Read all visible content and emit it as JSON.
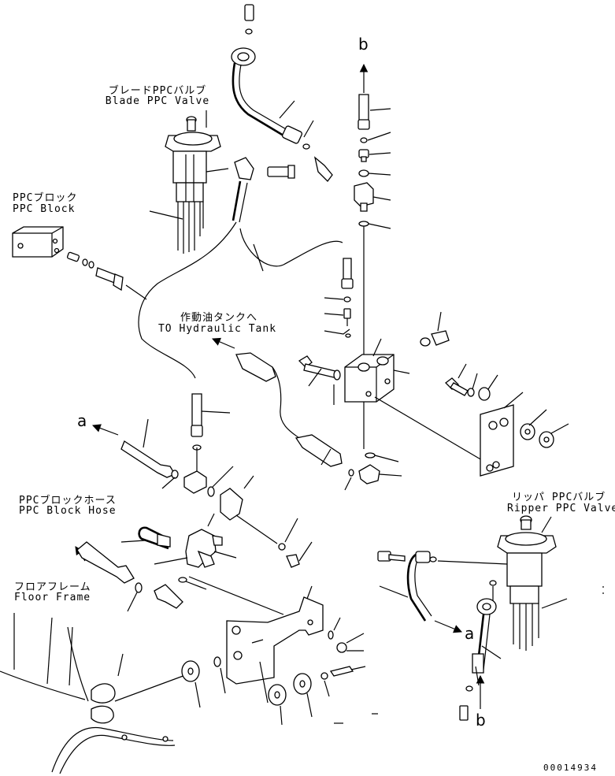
{
  "labels": {
    "blade_valve_jp": "ブレードPPCバルブ",
    "blade_valve_en": "Blade PPC Valve",
    "ppc_block_jp": "PPCブロック",
    "ppc_block_en": "PPC Block",
    "tank_jp": "作動油タンクへ",
    "tank_en": "TO Hydraulic Tank",
    "hose_jp": "PPCブロックホース",
    "hose_en": "PPC Block Hose",
    "floor_jp": "フロアフレーム",
    "floor_en": "Floor Frame",
    "ripper_valve_jp": "リッパ PPCバルブ",
    "ripper_valve_en": "Ripper PPC Valve"
  },
  "ref_letters": {
    "b_top": "b",
    "a_left": "a",
    "a_right": "a",
    "b_bottom": "b"
  },
  "drawing_number": "00014934",
  "colors": {
    "line": "#000000",
    "background": "#ffffff"
  }
}
